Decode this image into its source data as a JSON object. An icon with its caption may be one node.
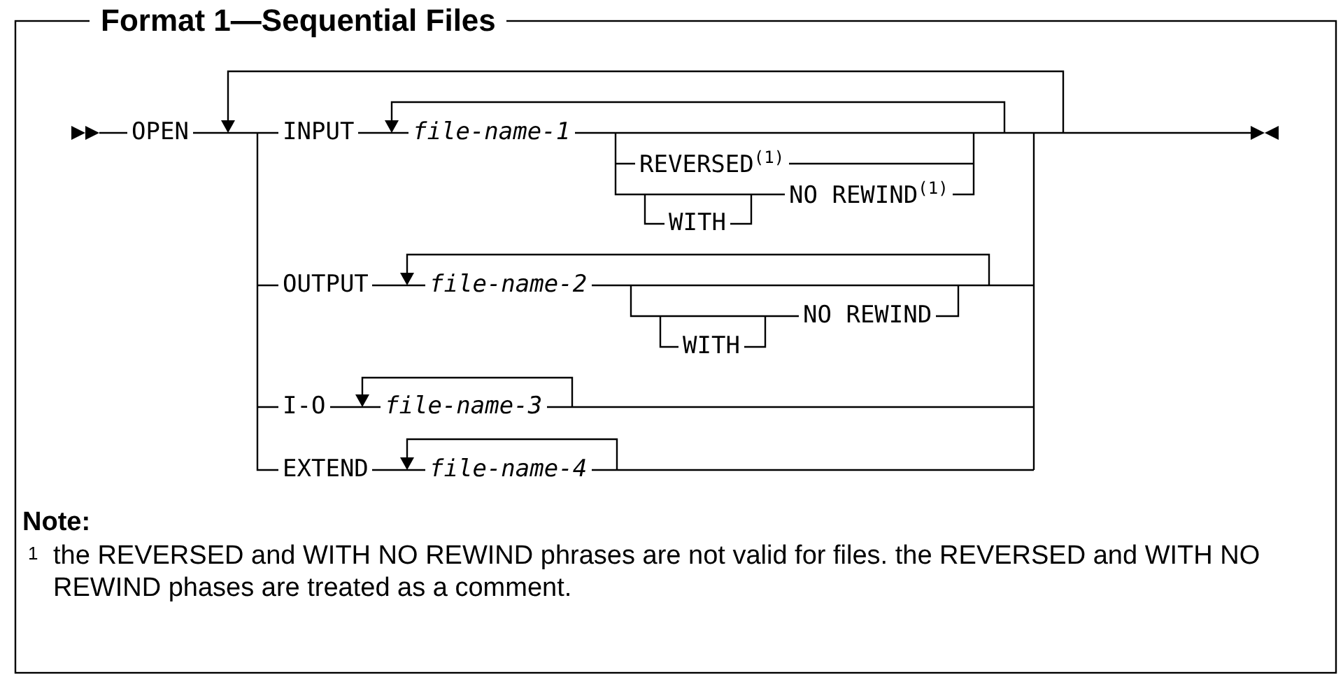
{
  "diagram": {
    "title": "Format 1—Sequential Files",
    "labels": [
      "OPEN",
      "INPUT",
      "file-name-1",
      "REVERSED$^{(1)}$",
      "NO REWIND$^{(1)}$",
      "WITH",
      "OUTPUT",
      "file-name-2",
      "NO REWIND",
      "WITH",
      "I-O",
      "file-name-3",
      "EXTEND",
      "file-name-4",
      "Note:",
      "1",
      "the REVERSED and WITH NO REWIND phrases are not valid for files. the REVERSED and WITH NO REWIND phases are treated as a comment."
    ]
  }
}
